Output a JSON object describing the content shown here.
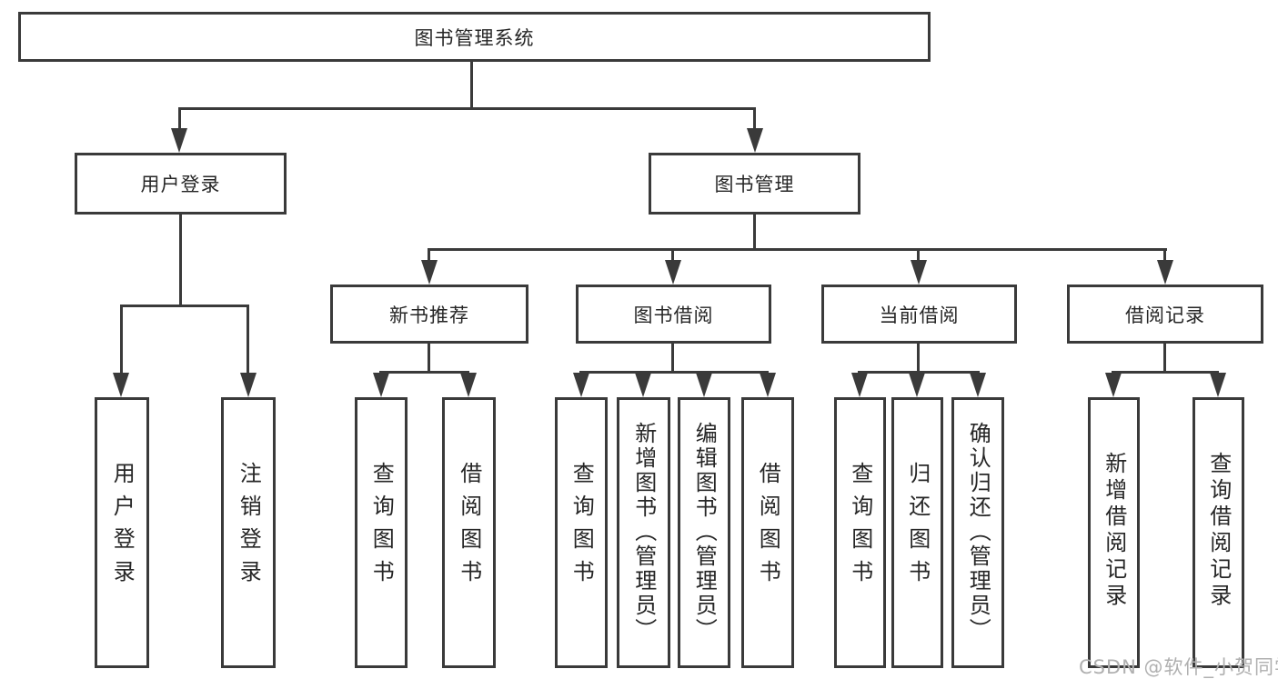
{
  "diagram": {
    "root": {
      "label": "图书管理系统"
    },
    "branches": [
      {
        "label": "用户登录",
        "children": [
          {
            "label": "用户登录"
          },
          {
            "label": "注销登录"
          }
        ]
      },
      {
        "label": "图书管理",
        "children": [
          {
            "label": "新书推荐",
            "children": [
              {
                "label": "查询图书"
              },
              {
                "label": "借阅图书"
              }
            ]
          },
          {
            "label": "图书借阅",
            "children": [
              {
                "label": "查询图书"
              },
              {
                "label": "新增图书（管理员）"
              },
              {
                "label": "编辑图书（管理员）"
              },
              {
                "label": "借阅图书"
              }
            ]
          },
          {
            "label": "当前借阅",
            "children": [
              {
                "label": "查询图书"
              },
              {
                "label": "归还图书"
              },
              {
                "label": "确认归还（管理员）"
              }
            ]
          },
          {
            "label": "借阅记录",
            "children": [
              {
                "label": "新增借阅记录"
              },
              {
                "label": "查询借阅记录"
              }
            ]
          }
        ]
      }
    ]
  },
  "watermark": {
    "text": "CSDN @软件_小贺同学"
  },
  "colors": {
    "line": "#3a3a3a",
    "text": "#262626",
    "watermark": "#b0b0b0",
    "background": "#ffffff"
  }
}
